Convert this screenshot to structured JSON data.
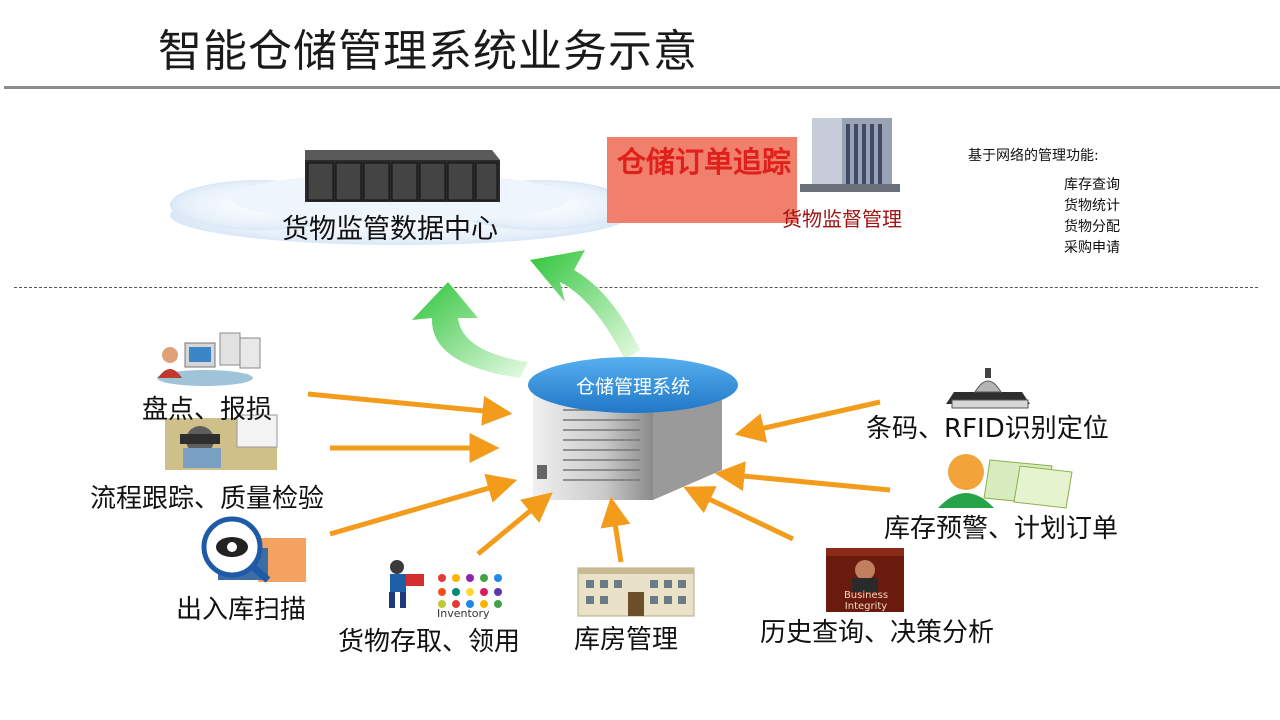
{
  "title": "智能仓储管理系统业务示意",
  "data_center": {
    "label": "货物监管数据中心"
  },
  "tracking_box": {
    "label": "仓储订单追踪"
  },
  "supervision": {
    "label": "货物监督管理"
  },
  "web_functions": {
    "heading": "基于网络的管理功能:",
    "items": [
      "库存查询",
      "货物统计",
      "货物分配",
      "采购申请"
    ]
  },
  "central_system": {
    "label": "仓储管理系统"
  },
  "modules": {
    "inventory_count": "盘点、报损",
    "process_quality": "流程跟踪、质量检验",
    "in_out_scan": "出入库扫描",
    "goods_access": "货物存取、领用",
    "warehouse_mgmt": "库房管理",
    "history_analysis": "历史查询、决策分析",
    "stock_alert": "库存预警、计划订单",
    "barcode_rfid": "条码、RFID识别定位"
  },
  "icon_text": {
    "inventory": "Inventory",
    "business_integrity": "Business Integrity"
  },
  "colors": {
    "arrow": "#f39c1c",
    "green_arrow": "#6fd86f",
    "db_top": "#2f8fd8",
    "cloud": "#e3eef9",
    "track_bg": "#f07f6b",
    "track_text": "#e0201c"
  }
}
